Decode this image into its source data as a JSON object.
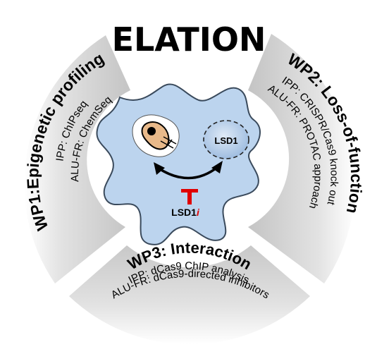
{
  "title": "ELATION",
  "wp1": {
    "title": "WP1:Epigenetic profiling",
    "line1": "IPP: ChIPseq",
    "line2": "ALU-FR: ChemSeq"
  },
  "wp2": {
    "title": "WP2: Loss-of-function",
    "line1": "IPP: CRISPR/Cas9 knock out",
    "line2": "ALU-FR: PROTAC  approach"
  },
  "wp3": {
    "title": "WP3: Interaction",
    "line1": "IPP: dCas9 ChIP analysis",
    "line2": "ALU-FR: dCas9-directed inhibitors"
  },
  "center": {
    "nucleus_label": "LSD1",
    "inhibitor_label": "LSD1",
    "inhibitor_suffix": "i"
  },
  "colors": {
    "cell": "#bcd4ee",
    "cell_stroke": "#3a4a5c",
    "inhibitor": "#e00000",
    "cell_body": "#e8b98a",
    "arc": "#dcdcdc"
  },
  "icons": {
    "virus": "cell-illustration-icon",
    "inhibit": "inhibition-t-icon"
  }
}
